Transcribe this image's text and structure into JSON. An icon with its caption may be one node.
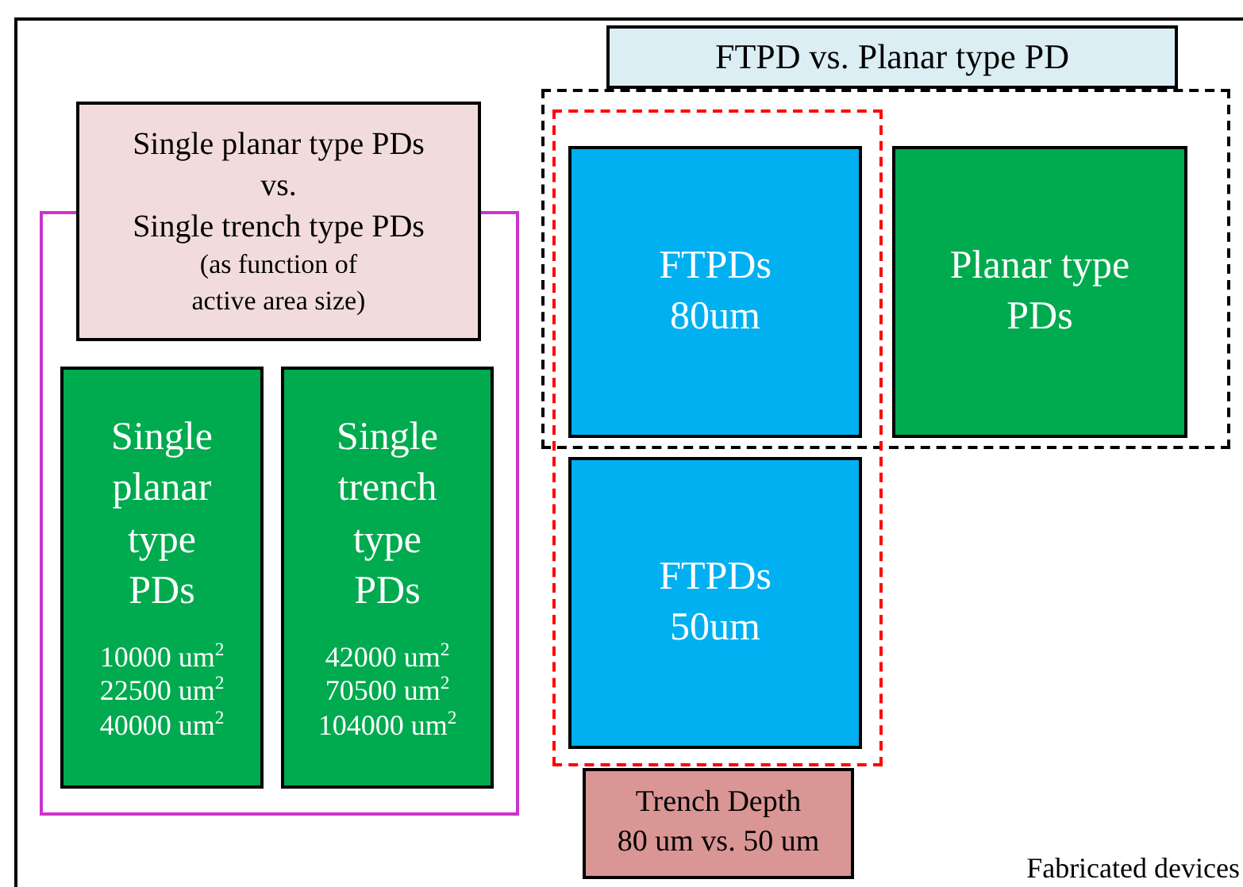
{
  "diagram": {
    "nodes": [
      {
        "text": [
          "Fabricated devices"
        ]
      },
      {
        "text": [],
        "shape": "box",
        "in": 0
      },
      {
        "text": [
          "Single planar type PDs",
          "vs.",
          "Single trench type PDs",
          "(as function of active area size)"
        ],
        "in": 0
      },
      {
        "text": [
          "Single planar type PDs",
          "10000 um$^{2}$",
          "22500 um$^{2}$",
          "40000 um$^{2}$"
        ],
        "in": 1
      },
      {
        "text": [
          "Single trench type PDs",
          "42000 um$^{2}$",
          "70500 um$^{2}$",
          "104000 um$^{2}$"
        ],
        "in": 1
      },
      {
        "text": [],
        "shape": "box",
        "in": 0
      },
      {
        "text": [
          "FTPD vs. Planar type PD"
        ],
        "in": 0
      },
      {
        "text": [],
        "shape": "box",
        "in": 0
      },
      {
        "text": [
          "FTPDs 80um"
        ]
      },
      {
        "text": [
          "Planar type PDs"
        ],
        "in": 5
      },
      {
        "text": [
          "FTPDs 50um"
        ],
        "in": 7
      },
      {
        "text": [
          "Trench Depth",
          "80 um vs. 50 um"
        ],
        "in": 0
      }
    ],
    "edges": []
  }
}
